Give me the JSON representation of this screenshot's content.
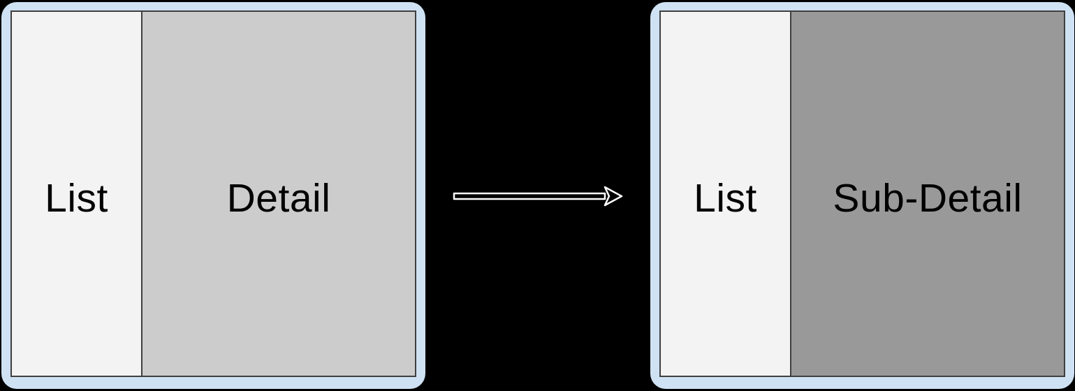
{
  "scene": {
    "background_color": "#000000",
    "frame_color": "#cfe2f3",
    "panel_border_color": "#3f3f3f",
    "list_pane_color": "#f3f3f3",
    "detail_pane_color": "#cccccc",
    "sub_detail_pane_color": "#999999",
    "label_color": "#000000",
    "arrow_color": "#ffffff"
  },
  "before_screen": {
    "list_label": "List",
    "detail_label": "Detail"
  },
  "after_screen": {
    "list_label": "List",
    "detail_label": "Sub-Detail"
  },
  "arrow": {
    "direction": "right"
  }
}
